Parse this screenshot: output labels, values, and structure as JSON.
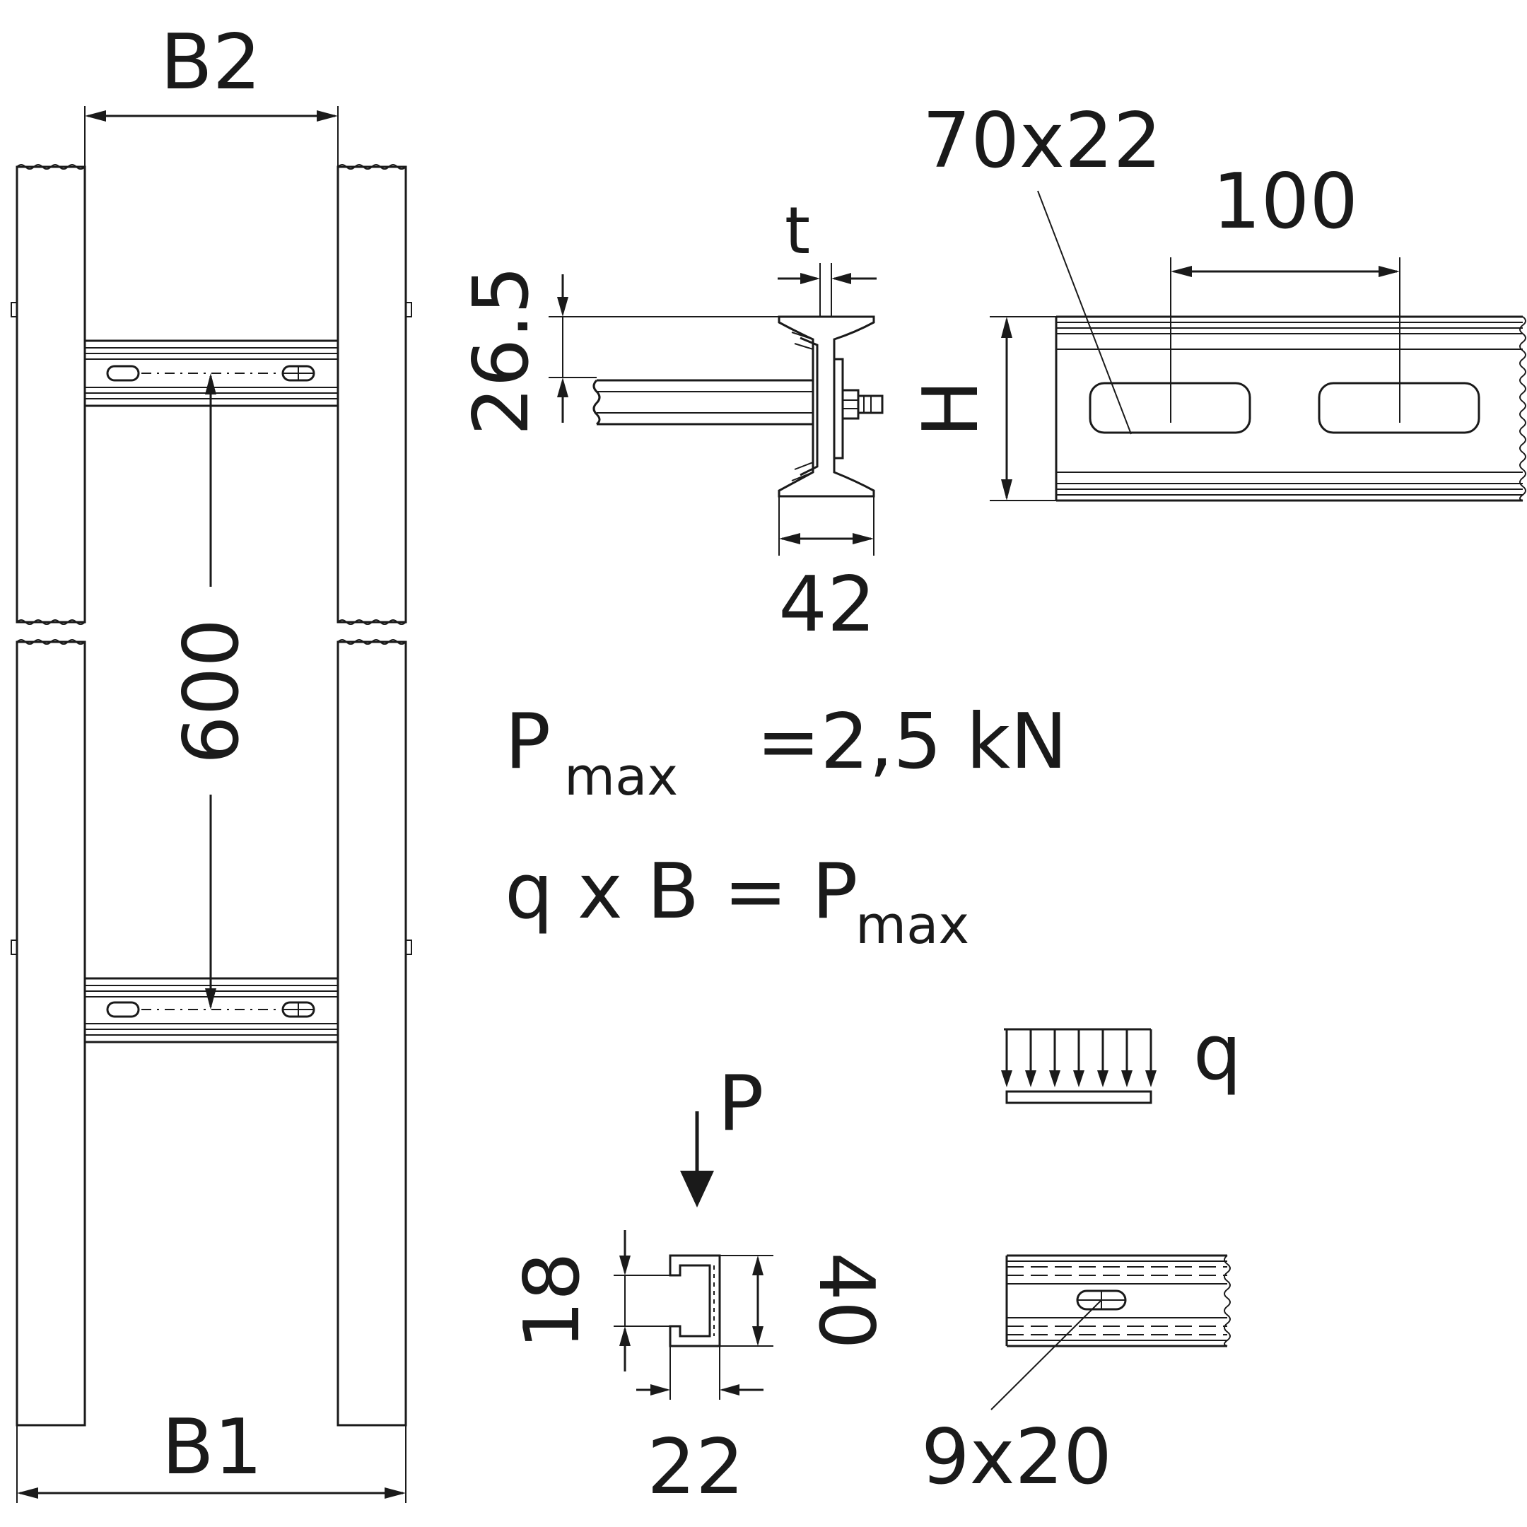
{
  "dimensions": {
    "b2": "B2",
    "b1": "B1",
    "rung_spacing": "600",
    "slot_size": "70x22",
    "slot_pitch": "100",
    "t": "t",
    "flange_height": "26.5",
    "h": "H",
    "flange_width": "42",
    "channel_slot": "18",
    "channel_height": "40",
    "channel_width": "22",
    "hole_size": "9x20"
  },
  "formulas": {
    "pmax_symbol": "P",
    "pmax_subscript": "max",
    "pmax_value": "=2,5 kN",
    "qb_lhs": "q x B = P",
    "qb_subscript": "max"
  },
  "loads": {
    "point_label": "P",
    "distributed_label": "q"
  }
}
